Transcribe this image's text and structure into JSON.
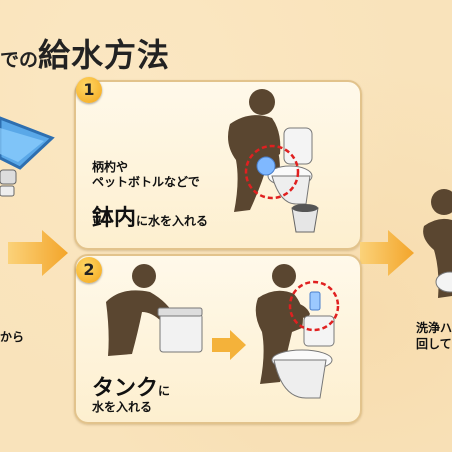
{
  "title": {
    "prefix": "での",
    "main": "給水方法"
  },
  "steps": [
    {
      "number": "1",
      "line1": "柄杓や",
      "line2": "ペットボトルなどで",
      "emphasis": "鉢内",
      "rest": "に水を入れる"
    },
    {
      "number": "2",
      "emphasis": "タンク",
      "particle": "に",
      "rest": "水を入れる"
    }
  ],
  "left_fragment": "から",
  "right_fragment": {
    "line1": "洗浄ハ",
    "line2": "回して"
  },
  "colors": {
    "badge": "#f3a51a",
    "arrow": "#f4b23a",
    "circle": "#e02020",
    "silhouette": "#5a4630"
  },
  "icons": [
    "arrow-right-icon",
    "person-silhouette-icon",
    "toilet-icon",
    "bucket-icon",
    "bathtub-icon"
  ]
}
